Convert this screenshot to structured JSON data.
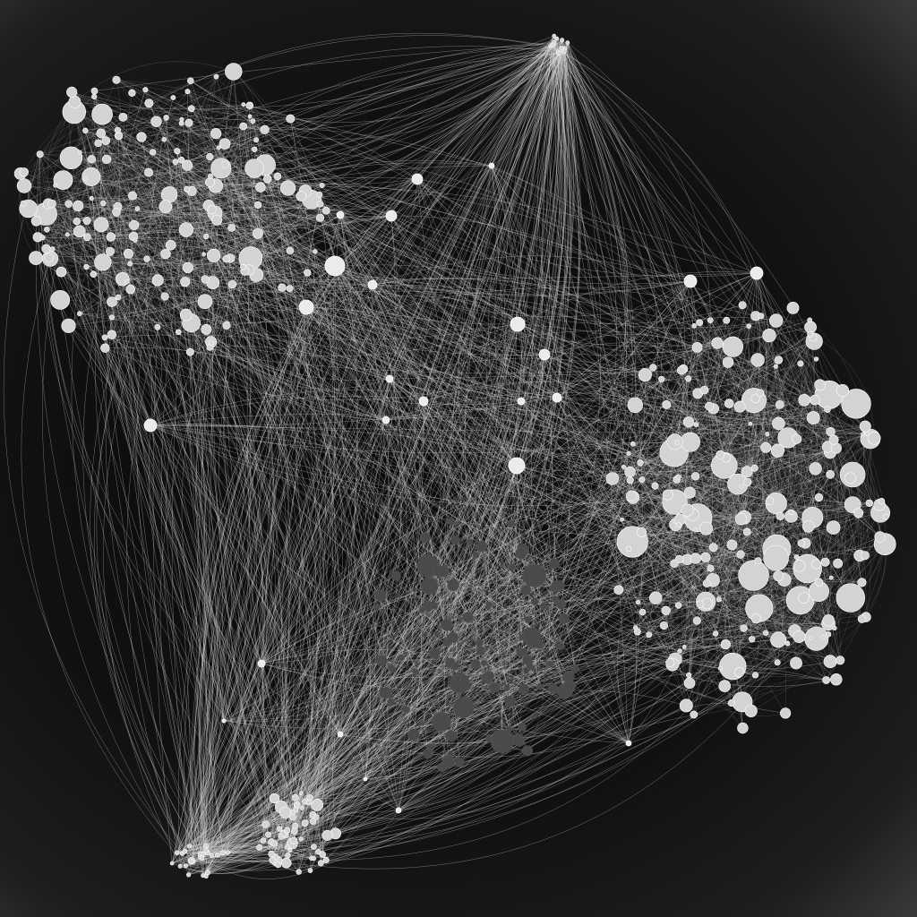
{
  "graph": {
    "colors": {
      "background": "#0d0d0d",
      "vignette": "#3a3a3a",
      "edge": "#d8d8d8",
      "node_light": "#d3d3d3",
      "node_dark": "#4a4a4a",
      "node_hub": "#ebebeb"
    },
    "clusters": [
      {
        "id": "top-left",
        "tone": "light"
      },
      {
        "id": "right",
        "tone": "light"
      },
      {
        "id": "center-bottom",
        "tone": "dark"
      },
      {
        "id": "bottom-left-a",
        "tone": "light"
      },
      {
        "id": "bottom-left-b",
        "tone": "light"
      },
      {
        "id": "top-small",
        "tone": "light"
      }
    ]
  }
}
